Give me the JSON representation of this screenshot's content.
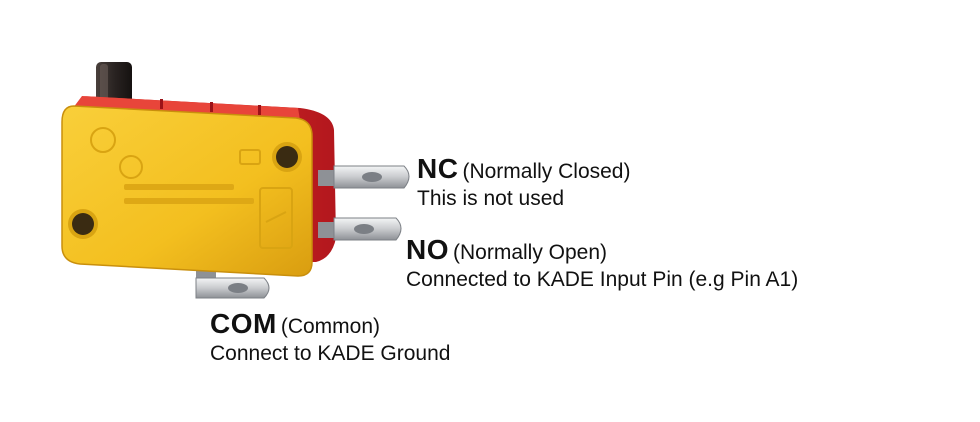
{
  "terminals": {
    "nc": {
      "code": "NC",
      "full_name": "(Normally Closed)",
      "description": "This is not used"
    },
    "no": {
      "code": "NO",
      "full_name": "(Normally Open)",
      "description": "Connected to KADE Input Pin (e.g Pin A1)"
    },
    "com": {
      "code": "COM",
      "full_name": "(Common)",
      "description": "Connect to KADE Ground"
    }
  },
  "colors": {
    "switch_body": "#f3bf1f",
    "switch_side": "#d8252a",
    "actuator": "#2a2422",
    "terminal_metal": "#c9cbce",
    "text": "#111111"
  }
}
